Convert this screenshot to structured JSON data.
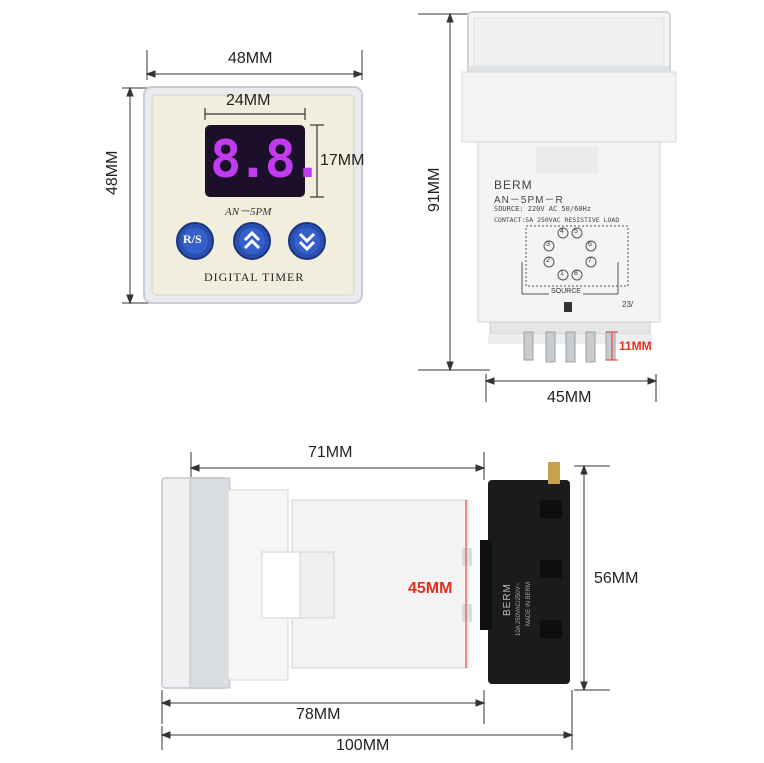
{
  "front_view": {
    "width_label": "48MM",
    "height_label": "48MM",
    "display_width_label": "24MM",
    "display_height_label": "17MM",
    "display_digits": "8.8.",
    "model_text": "AN－5PM",
    "buttons": [
      {
        "label": "R/S",
        "icon": "reset-start-icon"
      },
      {
        "label": "",
        "icon": "double-chevron-up-icon"
      },
      {
        "label": "",
        "icon": "double-chevron-down-icon"
      }
    ],
    "product_name": "DIGITAL TIMER",
    "colors": {
      "display_digits": "#c23bf0",
      "button_blue": "#2a4fb0",
      "face": "#f2eede"
    }
  },
  "side_view": {
    "height_label": "91MM",
    "base_width_label": "45MM",
    "pin_length_label": "11MM",
    "brand": "BERM",
    "model": "AN－5PM－R",
    "source_line": "SOURCE: 220V AC 50/60Hz",
    "contact_line": "CONTACT:5A 250VAC RESISTIVE LOAD",
    "terminal_numbers": [
      "1",
      "2",
      "3",
      "4",
      "5",
      "6",
      "7",
      "8"
    ],
    "source_label": "SOURCE",
    "date_code": "23/"
  },
  "bottom_view": {
    "body_length_label": "71MM",
    "body_height_label": "45MM",
    "socket_height_label": "56MM",
    "depth_label": "78MM",
    "total_length_label": "100MM",
    "socket_brand": "BERM",
    "socket_rating": "10A 250VAC/250V~",
    "socket_origin": "MADE IN BERM"
  }
}
